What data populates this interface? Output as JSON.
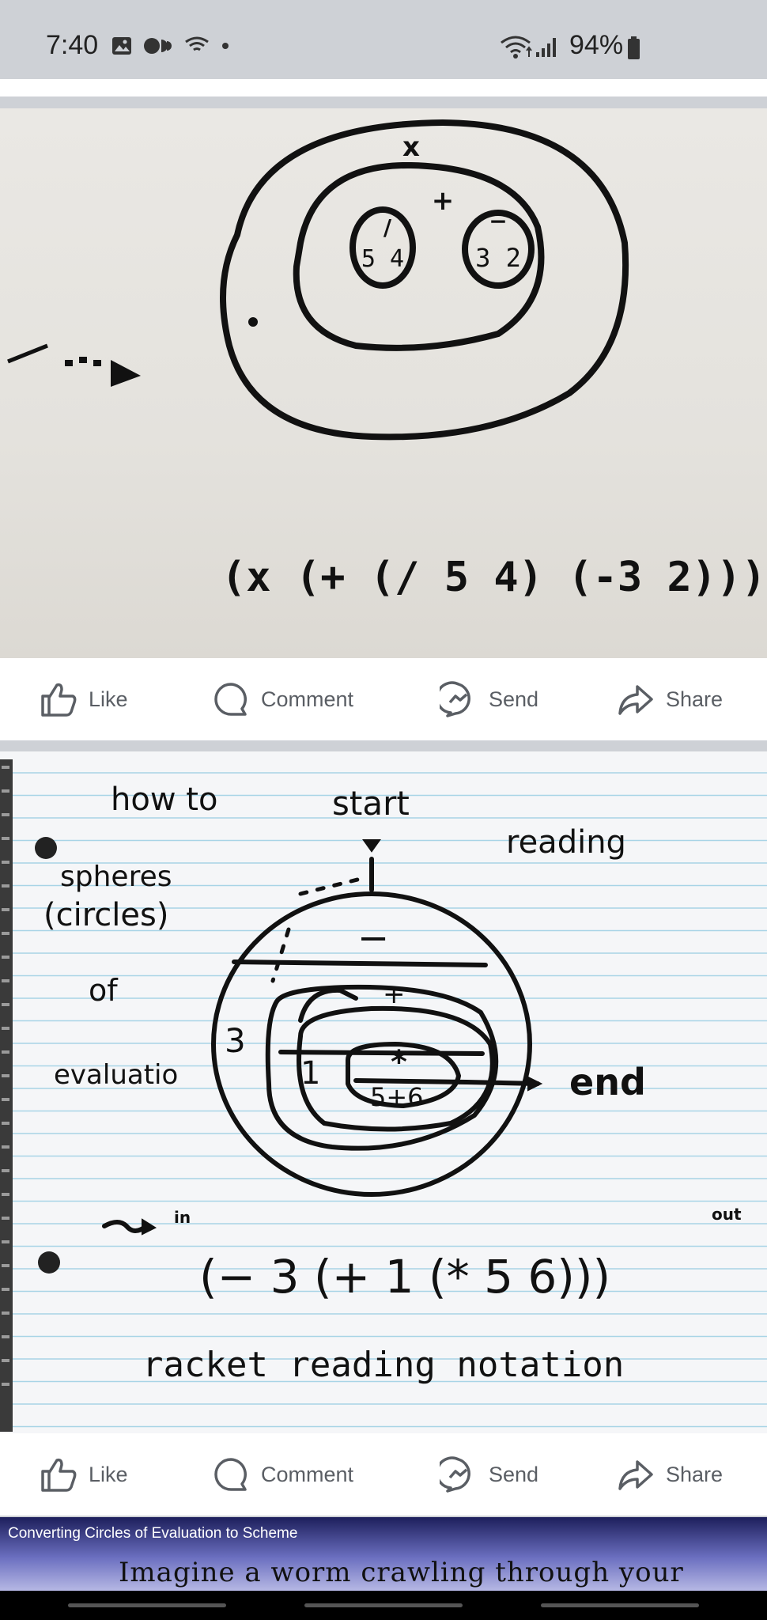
{
  "status_bar": {
    "time": "7:40",
    "battery": "94%",
    "icons": [
      "gallery-icon",
      "messenger-icon",
      "cast-icon",
      "dot-icon",
      "wifi-icon",
      "signal-icon",
      "battery-icon"
    ]
  },
  "post1": {
    "image_text": {
      "outer_op": "x",
      "mid_op": "+",
      "left_circle": "5 4",
      "left_op": "/",
      "right_circle": "3 2",
      "right_op": "−",
      "expression": "(x (+ (/ 5 4) (-3 2)))"
    }
  },
  "actions": {
    "like": "Like",
    "comment": "Comment",
    "send": "Send",
    "share": "Share"
  },
  "post2": {
    "image_text": {
      "how_to": "how to",
      "start": "start",
      "reading": "reading",
      "spheres": "spheres",
      "circles": "(circles)",
      "of": "of",
      "evaluation": "evaluatio",
      "minus": "−",
      "plus": "+",
      "three": "3",
      "one": "1",
      "times": "*",
      "five_six": "5+6",
      "end": "end",
      "in": "in",
      "out": "out",
      "expression": "(− 3 (+ 1 (* 5 6)))",
      "notation": "racket reading notation"
    }
  },
  "video": {
    "title": "Converting Circles of Evaluation to Scheme",
    "caption": "Imagine a worm crawling through your Circle"
  },
  "colors": {
    "bar_bg": "#ced1d6",
    "action_text": "#5a5e64",
    "ink": "#111111"
  }
}
